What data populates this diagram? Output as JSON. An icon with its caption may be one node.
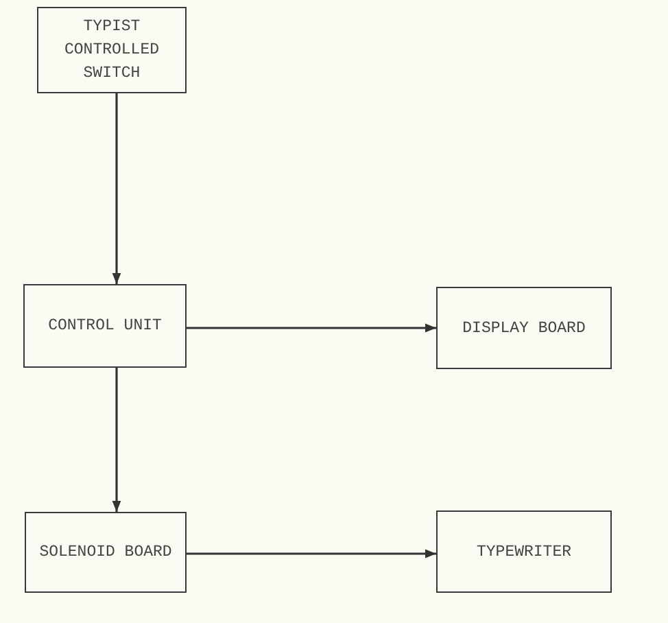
{
  "diagram": {
    "nodes": [
      {
        "text": [
          "TYPIST CONTROLLED SWITCH"
        ]
      },
      {
        "text": [
          "CONTROL UNIT"
        ]
      },
      {
        "text": [
          "DISPLAY BOARD"
        ]
      },
      {
        "text": [
          "SOLENOID BOARD"
        ]
      },
      {
        "text": [
          "TYPEWRITER"
        ]
      }
    ],
    "edges": [
      {
        "from": 0,
        "to": 1,
        "arrow": "to"
      },
      {
        "from": 1,
        "to": 2,
        "arrow": "to"
      },
      {
        "from": 1,
        "to": 3,
        "arrow": "to"
      },
      {
        "from": 3,
        "to": 4,
        "arrow": "to"
      }
    ]
  }
}
